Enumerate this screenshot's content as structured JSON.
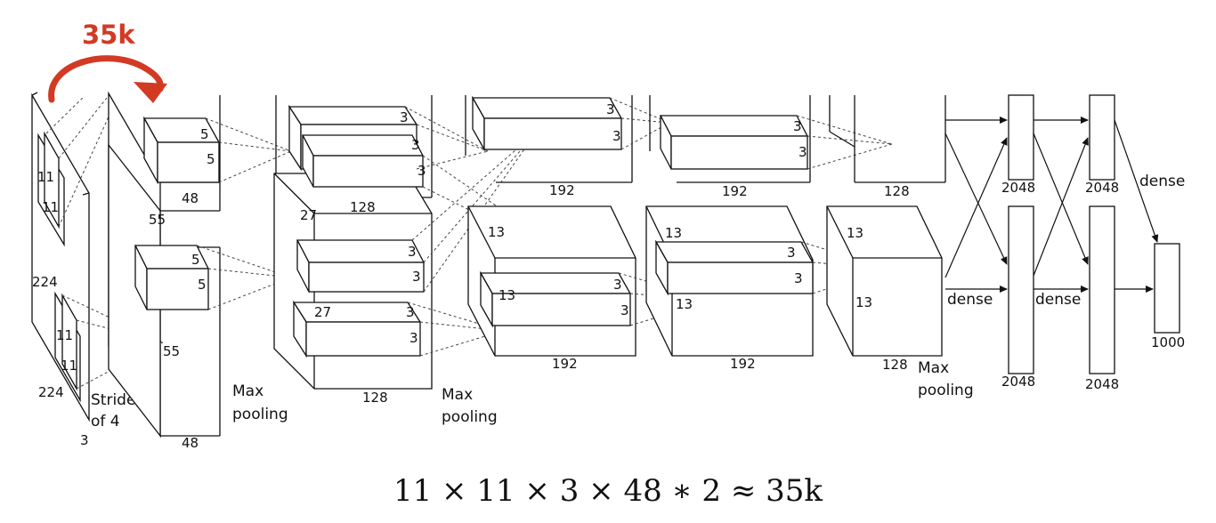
{
  "annotation": {
    "label": "35k",
    "color": "#d23a24"
  },
  "formula": "11 × 11 × 3 × 48 ∗ 2 ≈ 35k",
  "labels": {
    "input_11_top_a": "11",
    "input_11_top_b": "11",
    "input_224_side": "224",
    "input_11_bot_a": "11",
    "input_11_bot_b": "11",
    "input_224_bottom": "224",
    "input_depth": "3",
    "stride": "Stride",
    "stride_of": "of 4",
    "conv1_55_a": "55",
    "conv1_55_b": "55",
    "conv1_48_top": "48",
    "conv1_48_bottom": "48",
    "kernel2_top_a": "5",
    "kernel2_top_b": "5",
    "kernel2_bot_a": "5",
    "kernel2_bot_b": "5",
    "pool1_a": "Max",
    "pool1_b": "pooling",
    "conv2_27_a": "27",
    "conv2_27_b": "27",
    "conv2_128_top": "128",
    "conv2_128_bottom": "128",
    "k3_a1": "3",
    "k3_a2": "3",
    "k3_a3": "3",
    "k3_b1": "3",
    "k3_b2": "3",
    "k3_b3": "3",
    "pool2_a": "Max",
    "pool2_b": "pooling",
    "conv3_13_a": "13",
    "conv3_13_b": "13",
    "conv3_192_top": "192",
    "conv3_192_bottom": "192",
    "k4_a1": "3",
    "k4_a2": "3",
    "k4_b1": "3",
    "k4_b2": "3",
    "conv4_13_a": "13",
    "conv4_13_b": "13",
    "conv4_192_top": "192",
    "conv4_192_bottom": "192",
    "k5_a1": "3",
    "k5_a2": "3",
    "k5_b1": "3",
    "k5_b2": "3",
    "conv5_13_a": "13",
    "conv5_13_b": "13",
    "conv5_128_top": "128",
    "conv5_128_bottom": "128",
    "pool3_a": "Max",
    "pool3_b": "pooling",
    "fc1_top": "2048",
    "fc1_bottom": "2048",
    "fc2_top": "2048",
    "fc2_bottom": "2048",
    "dense_1": "dense",
    "dense_2": "dense",
    "dense_3": "dense",
    "output_1000": "1000"
  }
}
